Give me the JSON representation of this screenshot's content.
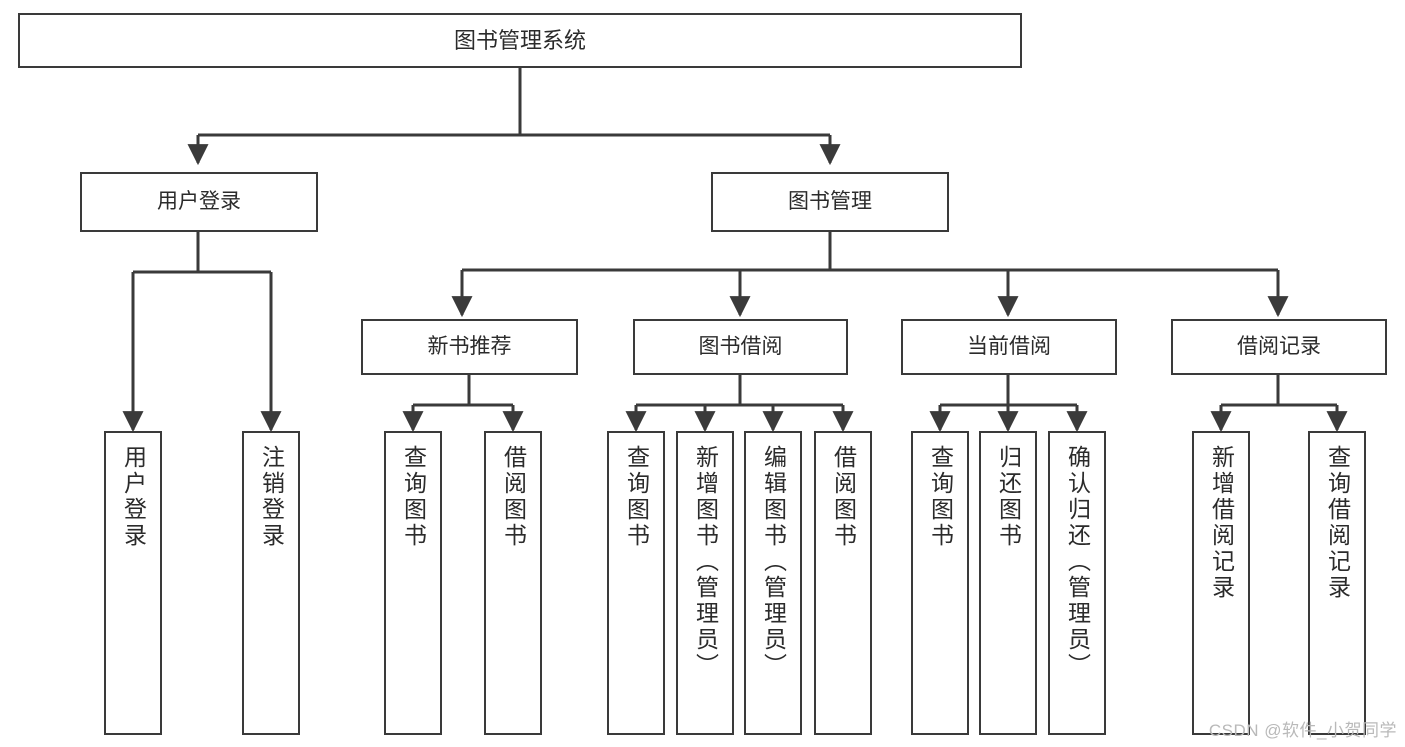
{
  "diagram": {
    "title": "图书管理系统",
    "type": "functional-decomposition-tree",
    "root": {
      "id": "root",
      "label": "图书管理系统",
      "orientation": "horizontal"
    },
    "level2": [
      {
        "id": "user-login",
        "label": "用户登录",
        "orientation": "horizontal"
      },
      {
        "id": "book-manage",
        "label": "图书管理",
        "orientation": "horizontal"
      }
    ],
    "level3": [
      {
        "id": "new-book-recommend",
        "label": "新书推荐",
        "parent": "book-manage",
        "orientation": "horizontal"
      },
      {
        "id": "book-borrow",
        "label": "图书借阅",
        "parent": "book-manage",
        "orientation": "horizontal"
      },
      {
        "id": "current-borrow",
        "label": "当前借阅",
        "parent": "book-manage",
        "orientation": "horizontal"
      },
      {
        "id": "borrow-record",
        "label": "借阅记录",
        "parent": "book-manage",
        "orientation": "horizontal"
      }
    ],
    "leaves": [
      {
        "id": "leaf-user-login",
        "label": "用户登录",
        "parent": "user-login",
        "orientation": "vertical"
      },
      {
        "id": "leaf-user-logout",
        "label": "注销登录",
        "parent": "user-login",
        "orientation": "vertical"
      },
      {
        "id": "leaf-query-book-1",
        "label": "查询图书",
        "parent": "new-book-recommend",
        "orientation": "vertical"
      },
      {
        "id": "leaf-borrow-book-1",
        "label": "借阅图书",
        "parent": "new-book-recommend",
        "orientation": "vertical"
      },
      {
        "id": "leaf-query-book-2",
        "label": "查询图书",
        "parent": "book-borrow",
        "orientation": "vertical"
      },
      {
        "id": "leaf-add-book",
        "label": "新增图书（管理员）",
        "parent": "book-borrow",
        "orientation": "vertical"
      },
      {
        "id": "leaf-edit-book",
        "label": "编辑图书（管理员）",
        "parent": "book-borrow",
        "orientation": "vertical"
      },
      {
        "id": "leaf-borrow-book-2",
        "label": "借阅图书",
        "parent": "book-borrow",
        "orientation": "vertical"
      },
      {
        "id": "leaf-query-book-3",
        "label": "查询图书",
        "parent": "current-borrow",
        "orientation": "vertical"
      },
      {
        "id": "leaf-return-book",
        "label": "归还图书",
        "parent": "current-borrow",
        "orientation": "vertical"
      },
      {
        "id": "leaf-confirm-return",
        "label": "确认归还（管理员）",
        "parent": "current-borrow",
        "orientation": "vertical"
      },
      {
        "id": "leaf-add-record",
        "label": "新增借阅记录",
        "parent": "borrow-record",
        "orientation": "vertical"
      },
      {
        "id": "leaf-query-record",
        "label": "查询借阅记录",
        "parent": "borrow-record",
        "orientation": "vertical"
      }
    ],
    "watermark": "CSDN @软件_小贺同学",
    "colors": {
      "stroke": "#3a3a3a",
      "background": "#ffffff",
      "text": "#2b2b2b",
      "watermark": "#b9b9b9"
    }
  }
}
